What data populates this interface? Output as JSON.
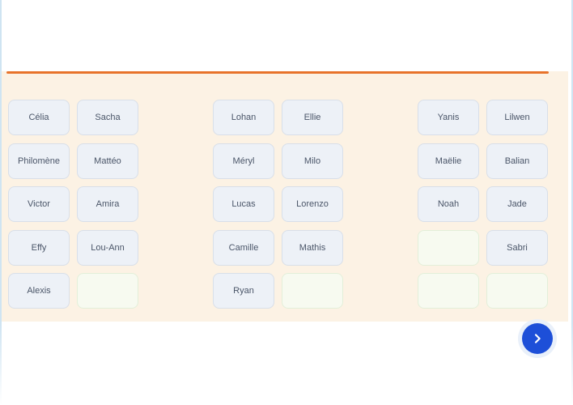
{
  "colors": {
    "page_bg": "#ffffff",
    "edge_line": "#cfe4f2",
    "panel_bg": "#fcf2e4",
    "divider_orange": "#e8732a",
    "seat_bg": "#edf1f7",
    "seat_border": "#d8dfe9",
    "seat_text": "#4a5568",
    "empty_seat_bg": "#f7faf0",
    "empty_seat_border": "#e3efd9",
    "next_button_bg": "#1d4fd8",
    "next_button_halo": "#e9f0fa",
    "chevron_color": "#ffffff"
  },
  "seating": {
    "groups": [
      {
        "rows": [
          [
            "Célia",
            "Sacha"
          ],
          [
            "Philomène",
            "Mattéo"
          ],
          [
            "Victor",
            "Amira"
          ],
          [
            "Effy",
            "Lou-Ann"
          ],
          [
            "Alexis",
            ""
          ]
        ]
      },
      {
        "rows": [
          [
            "Lohan",
            "Ellie"
          ],
          [
            "Méryl",
            "Milo"
          ],
          [
            "Lucas",
            "Lorenzo"
          ],
          [
            "Camille",
            "Mathis"
          ],
          [
            "Ryan",
            ""
          ]
        ]
      },
      {
        "rows": [
          [
            "Yanis",
            "Lilwen"
          ],
          [
            "Maëlie",
            "Balian"
          ],
          [
            "Noah",
            "Jade"
          ],
          [
            "",
            "Sabri"
          ],
          [
            "",
            ""
          ]
        ]
      }
    ]
  },
  "next_button": {
    "icon": "chevron-right"
  }
}
